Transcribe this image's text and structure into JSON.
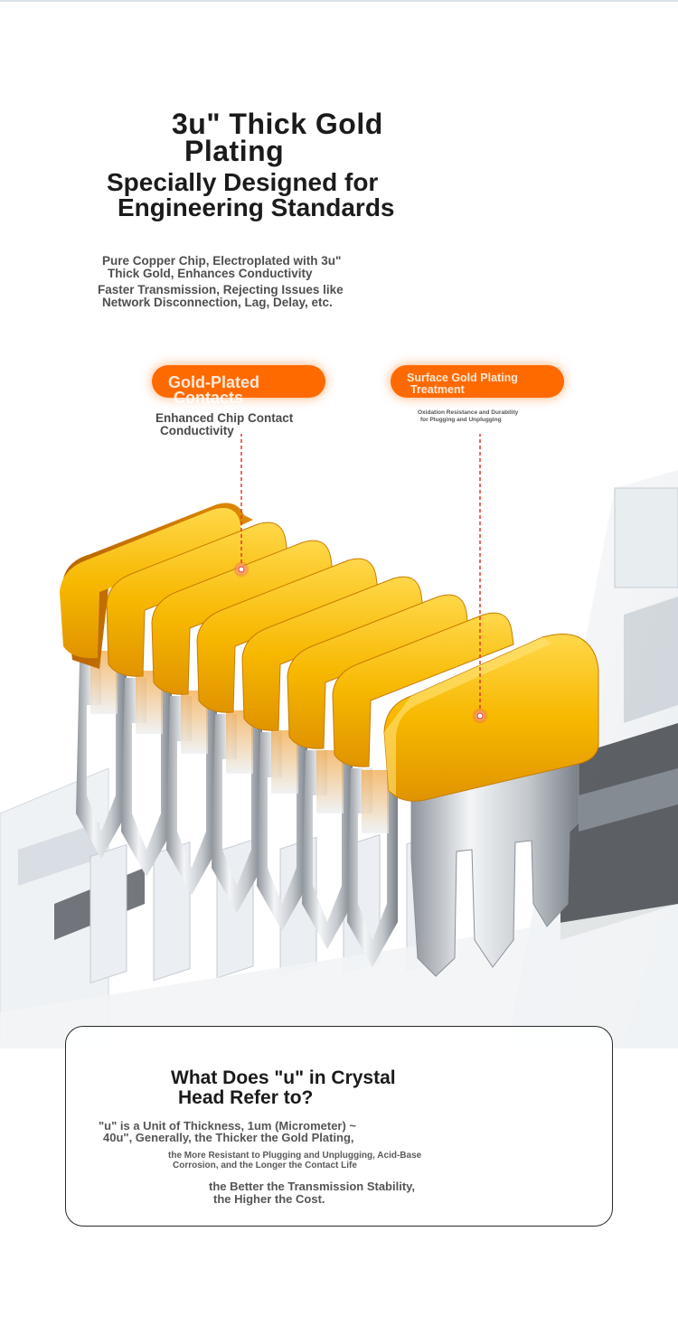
{
  "headline": {
    "line1": "3u\" Thick Gold",
    "line2": "Plating"
  },
  "subhead": {
    "line1": "Specially Designed for",
    "line2": "Engineering Standards"
  },
  "description": {
    "p1_line1": "Pure Copper Chip, Electroplated with 3u\"",
    "p1_line2": "Thick Gold, Enhances Conductivity",
    "p2_line1": "Faster Transmission, Rejecting Issues like",
    "p2_line2": "Network Disconnection, Lag, Delay, etc."
  },
  "callouts": {
    "left": {
      "tag_line1": "Gold-Plated",
      "tag_line2": "Contacts",
      "text_line1": "Enhanced Chip Contact",
      "text_line2": "Conductivity"
    },
    "right": {
      "tag_line1": "Surface Gold Plating",
      "tag_line2": "Treatment",
      "text_line1": "Oxidation Resistance and Durability",
      "text_line2": "for Plugging and Unplugging"
    }
  },
  "colors": {
    "accent": "#ff6a00",
    "gold": "#f7b800",
    "marker": "#e23a2a"
  },
  "info": {
    "title_line1": "What Does \"u\" in Crystal",
    "title_line2": "Head Refer to?",
    "p1_line1": "\"u\" is a Unit of Thickness, 1um (Micrometer) ~",
    "p1_line2": "40u\", Generally, the Thicker the Gold Plating,",
    "p2_line1": "the More Resistant to Plugging and Unplugging, Acid-Base",
    "p2_line2": "Corrosion, and the Longer the Contact Life",
    "p3_line1": "the Better the Transmission Stability,",
    "p3_line2": "the Higher the Cost."
  }
}
